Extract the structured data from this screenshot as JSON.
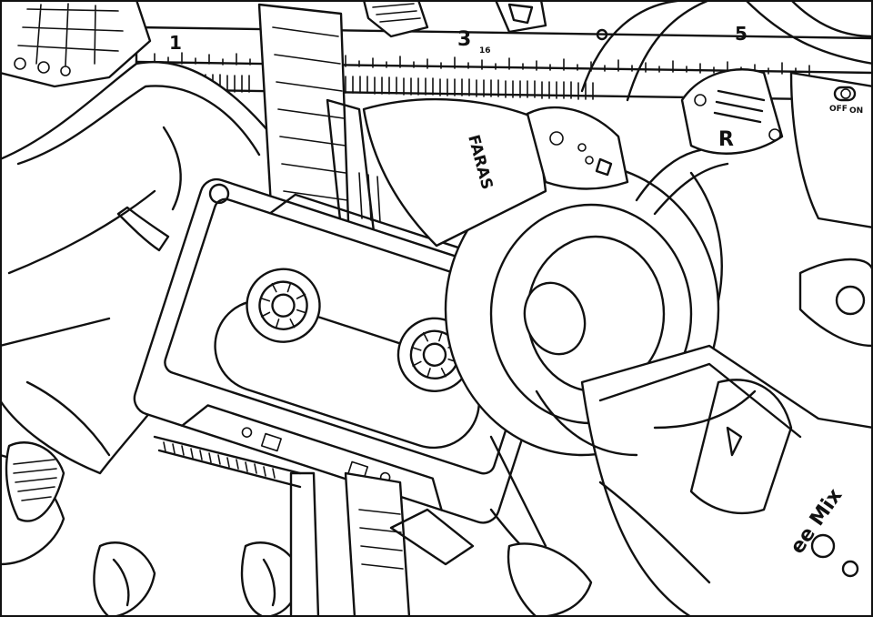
{
  "colors": {
    "ink": "#111111",
    "paper": "#ffffff"
  },
  "ruler": {
    "ticks": [
      "1",
      "3",
      "16",
      "5"
    ]
  },
  "headphones": {
    "brand": "FARAS",
    "side_marker": "R"
  },
  "switch": {
    "off_label": "OFF",
    "on_label": "ON"
  },
  "tape_label": "ee Mix"
}
